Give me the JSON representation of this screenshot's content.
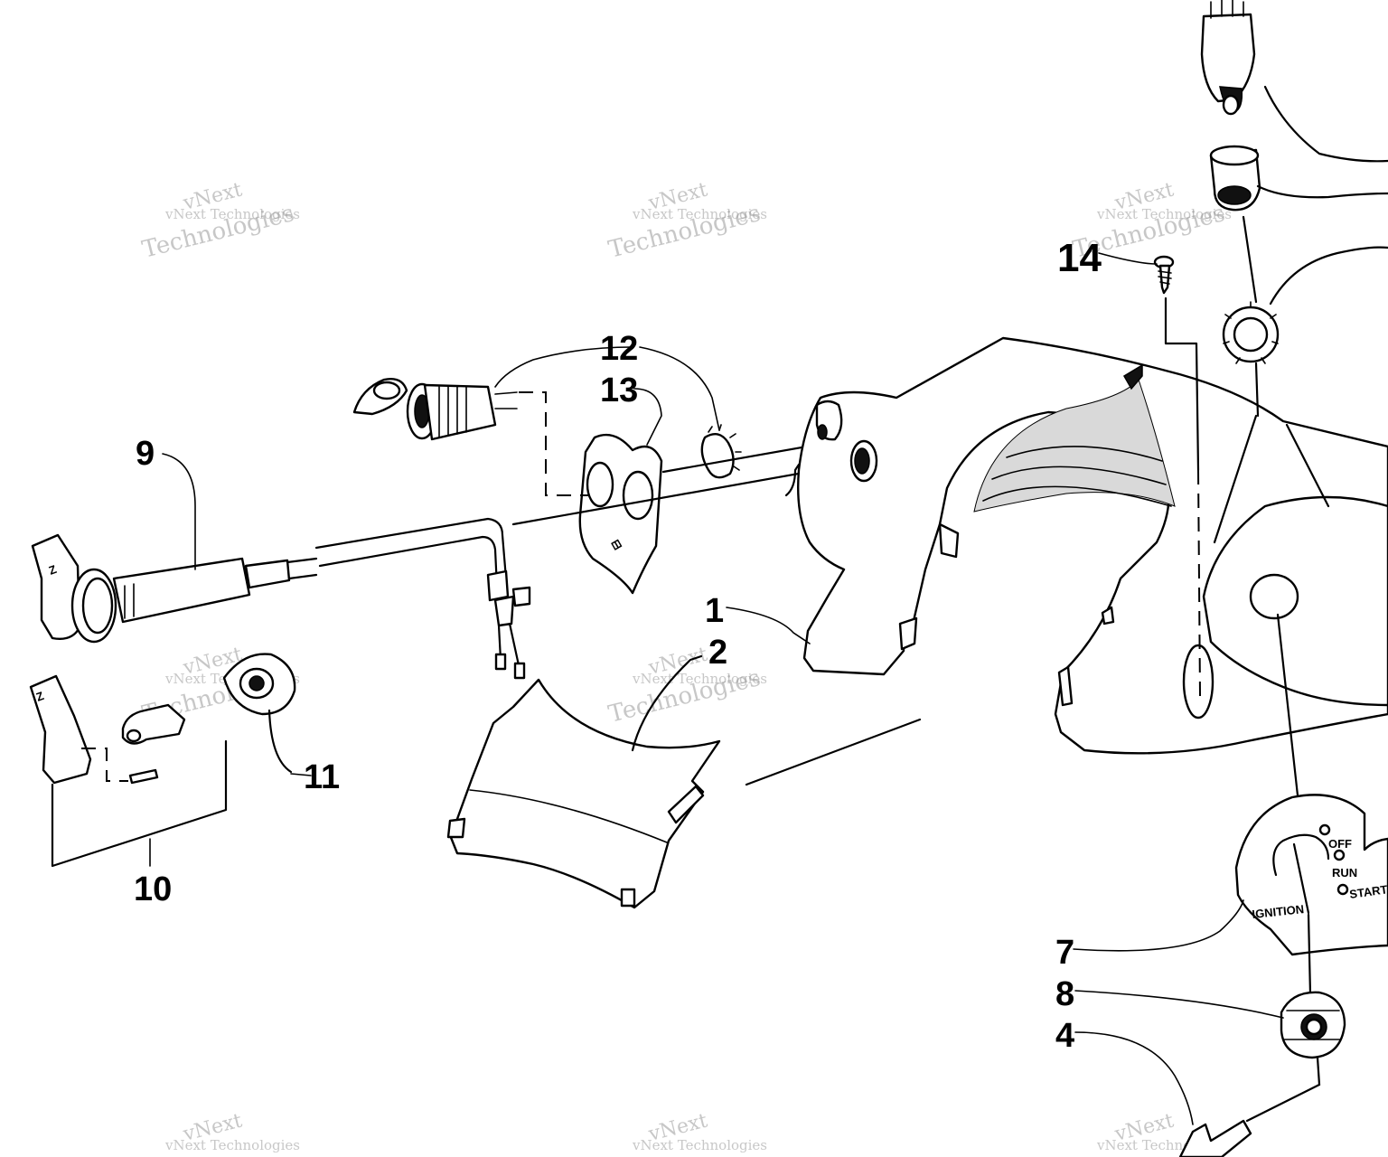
{
  "callouts": {
    "c1": "1",
    "c2": "2",
    "c4": "4",
    "c7": "7",
    "c8": "8",
    "c9": "9",
    "c10": "10",
    "c11": "11",
    "c12": "12",
    "c13": "13",
    "c14": "14"
  },
  "ignition_panel": {
    "off": "OFF",
    "run": "RUN",
    "start": "START",
    "title": "IGNITION"
  },
  "watermark": {
    "brand_small": "vNext Technologies",
    "brand_word1": "vNext",
    "brand_word2": "Technologies"
  }
}
